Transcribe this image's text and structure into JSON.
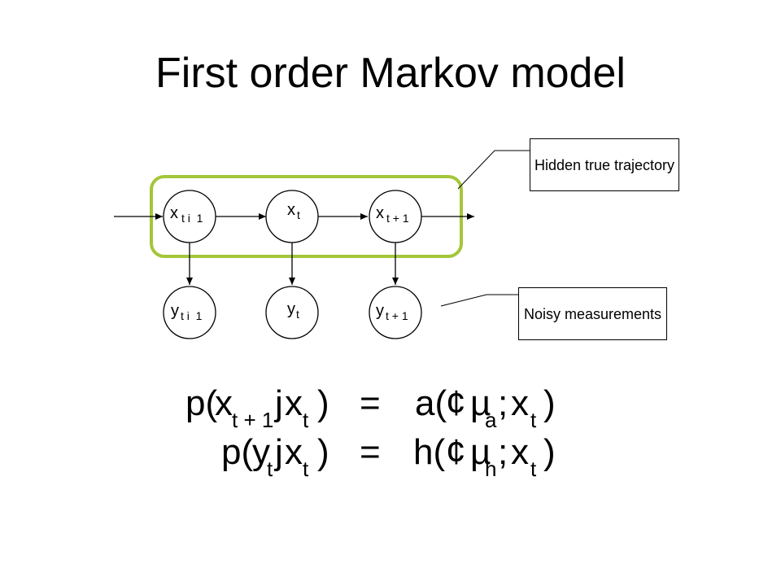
{
  "title": "First order Markov model",
  "colors": {
    "group_outline": "#a4c639",
    "stroke": "#000000"
  },
  "diagram": {
    "hidden_nodes": [
      {
        "var": "x",
        "sub": "t i  1"
      },
      {
        "var": "x",
        "sub": "t"
      },
      {
        "var": "x",
        "sub": "t + 1"
      }
    ],
    "observed_nodes": [
      {
        "var": "y",
        "sub": "t i  1"
      },
      {
        "var": "y",
        "sub": "t"
      },
      {
        "var": "y",
        "sub": "t + 1"
      }
    ]
  },
  "callouts": {
    "hidden": "Hidden true trajectory",
    "noisy": "Noisy measurements"
  },
  "equations": [
    {
      "lhs_fn": "p(",
      "lhs_var1": "x",
      "lhs_sub1": "t + 1",
      "lhs_given": "j",
      "lhs_var2": "x",
      "lhs_sub2": "t",
      "lhs_close": ")",
      "eq": "=",
      "rhs_fn": "a(",
      "rhs_sym": "¢",
      "rhs_mu": "µ",
      "rhs_mu_sub": "a",
      "rhs_semi": ";",
      "rhs_var": "x",
      "rhs_var_sub": "t",
      "rhs_close": ")"
    },
    {
      "lhs_fn": "p(",
      "lhs_var1": "y",
      "lhs_sub1": "t",
      "lhs_given": "j",
      "lhs_var2": "x",
      "lhs_sub2": "t",
      "lhs_close": ")",
      "eq": "=",
      "rhs_fn": "h(",
      "rhs_sym": "¢",
      "rhs_mu": "µ",
      "rhs_mu_sub": "h",
      "rhs_semi": ";",
      "rhs_var": "x",
      "rhs_var_sub": "t",
      "rhs_close": ")"
    }
  ]
}
